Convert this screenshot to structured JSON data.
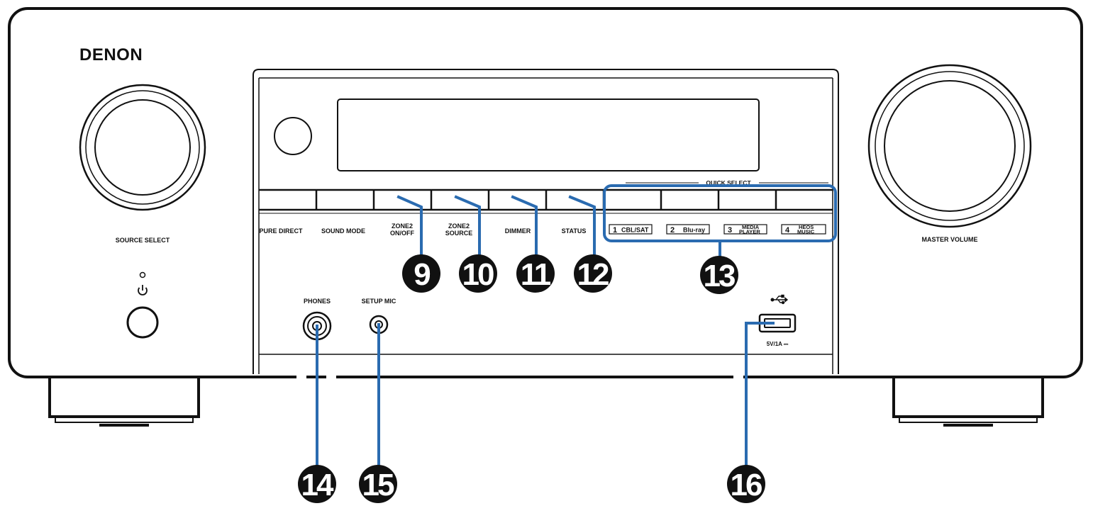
{
  "brand": "DENON",
  "knobs": {
    "source_select": "SOURCE SELECT",
    "master_volume": "MASTER VOLUME"
  },
  "power_icon": "power-icon",
  "buttons": [
    {
      "label": "PURE DIRECT"
    },
    {
      "label": "SOUND MODE"
    },
    {
      "label_lines": [
        "ZONE2",
        "ON/OFF"
      ]
    },
    {
      "label_lines": [
        "ZONE2",
        "SOURCE"
      ]
    },
    {
      "label": "DIMMER"
    },
    {
      "label": "STATUS"
    }
  ],
  "quick_select": {
    "title": "QUICK SELECT",
    "items": [
      {
        "num": "1",
        "lines": [
          "CBL/SAT"
        ]
      },
      {
        "num": "2",
        "lines": [
          "Blu-ray"
        ]
      },
      {
        "num": "3",
        "lines": [
          "MEDIA",
          "PLAYER"
        ]
      },
      {
        "num": "4",
        "lines": [
          "HEOS",
          "MUSIC"
        ]
      }
    ]
  },
  "jacks": {
    "phones": "PHONES",
    "setup_mic": "SETUP MIC",
    "usb_icon": "usb-icon",
    "usb_rating": "5V/1A ⎓"
  },
  "callouts": [
    "9",
    "10",
    "11",
    "12",
    "13",
    "14",
    "15",
    "16"
  ],
  "colors": {
    "callout_line": "#2a6bb0",
    "callout_badge": "#111111",
    "outline": "#111111"
  }
}
